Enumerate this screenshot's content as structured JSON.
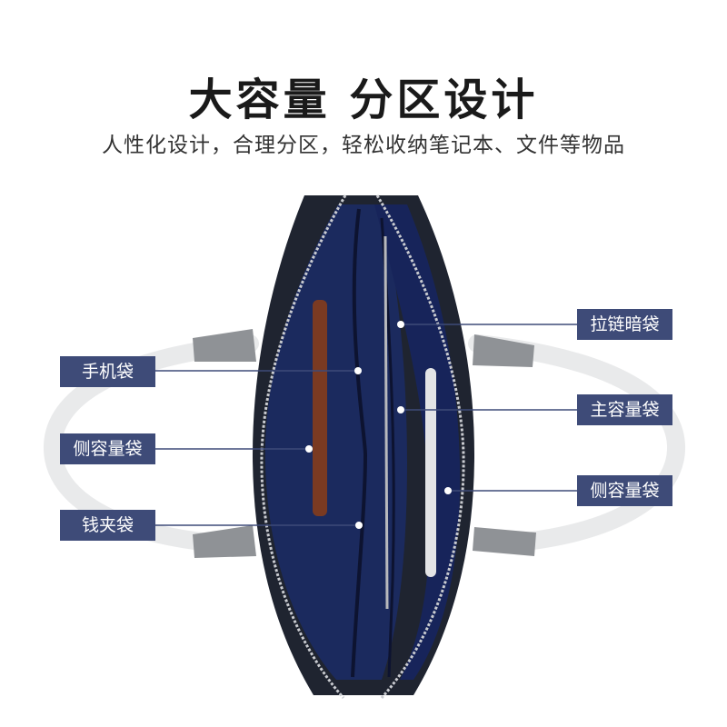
{
  "header": {
    "title": "大容量 分区设计",
    "subtitle": "人性化设计，合理分区，轻松收纳笔记本、文件等物品"
  },
  "callouts": {
    "left": [
      "手机袋",
      "侧容量袋",
      "钱夹袋"
    ],
    "right": [
      "拉链暗袋",
      "主容量袋",
      "侧容量袋"
    ]
  },
  "colors": {
    "label_bg": "#3e4b78",
    "bag_leather": "#1f2430",
    "bag_lining": "#1b2a5e",
    "handle": "#8f9296",
    "zipper": "#c9cbd0"
  }
}
